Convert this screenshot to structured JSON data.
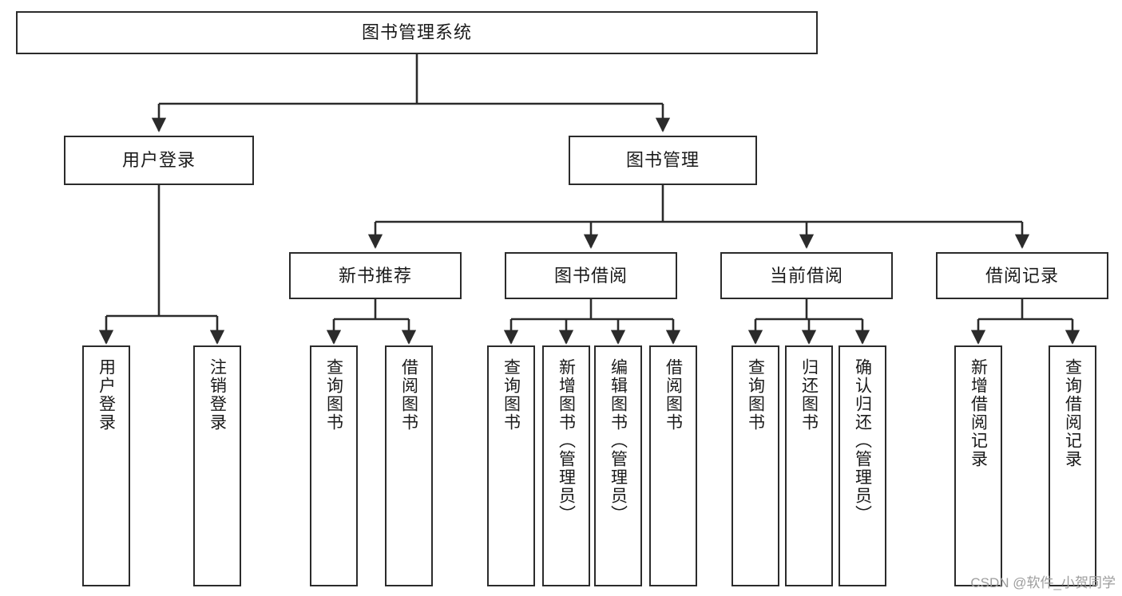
{
  "diagram": {
    "title": "图书管理系统",
    "type": "tree-hierarchy",
    "watermark": "CSDN @软件_小贺同学",
    "colors": {
      "box_border": "#2b2b2b",
      "box_fill": "#ffffff",
      "edge": "#2b2b2b",
      "text": "#1a1a1a",
      "watermark": "#9d9d9d",
      "background": "#ffffff"
    }
  },
  "nodes": {
    "root": {
      "label": "图书管理系统"
    },
    "level2": [
      {
        "label": "用户登录"
      },
      {
        "label": "图书管理"
      }
    ],
    "level3": [
      {
        "label": "新书推荐"
      },
      {
        "label": "图书借阅"
      },
      {
        "label": "当前借阅"
      },
      {
        "label": "借阅记录"
      }
    ],
    "leaves": {
      "user_login": [
        {
          "label": "用户登录"
        },
        {
          "label": "注销登录"
        }
      ],
      "new_book_recommend": [
        {
          "label": "查询图书"
        },
        {
          "label": "借阅图书"
        }
      ],
      "book_borrow": [
        {
          "label": "查询图书"
        },
        {
          "label": "新增图书（管理员）"
        },
        {
          "label": "编辑图书（管理员）"
        },
        {
          "label": "借阅图书"
        }
      ],
      "current_borrow": [
        {
          "label": "查询图书"
        },
        {
          "label": "归还图书"
        },
        {
          "label": "确认归还（管理员）"
        }
      ],
      "borrow_record": [
        {
          "label": "新增借阅记录"
        },
        {
          "label": "查询借阅记录"
        }
      ]
    }
  }
}
